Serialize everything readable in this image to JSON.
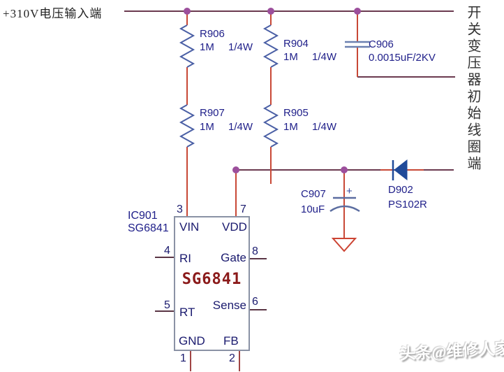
{
  "labels": {
    "input_terminal": "+310V电压输入端",
    "right_vertical": "开关变压器初始线圈端",
    "watermark": "头条@维修人家"
  },
  "ic": {
    "ref": "IC901",
    "part": "SG6841",
    "center_label": "SG6841",
    "pins": [
      {
        "num": "3",
        "name": "VIN",
        "side": "top"
      },
      {
        "num": "7",
        "name": "VDD",
        "side": "top"
      },
      {
        "num": "4",
        "name": "RI",
        "side": "left"
      },
      {
        "num": "8",
        "name": "Gate",
        "side": "right"
      },
      {
        "num": "5",
        "name": "RT",
        "side": "left"
      },
      {
        "num": "6",
        "name": "Sense",
        "side": "right"
      },
      {
        "num": "1",
        "name": "GND",
        "side": "bottom"
      },
      {
        "num": "2",
        "name": "FB",
        "side": "bottom"
      }
    ]
  },
  "components": {
    "r906": {
      "ref": "R906",
      "value": "1M",
      "power": "1/4W"
    },
    "r904": {
      "ref": "R904",
      "value": "1M",
      "power": "1/4W"
    },
    "r907": {
      "ref": "R907",
      "value": "1M",
      "power": "1/4W"
    },
    "r905": {
      "ref": "R905",
      "value": "1M",
      "power": "1/4W"
    },
    "c906": {
      "ref": "C906",
      "value": "0.0015uF/2KV"
    },
    "c907": {
      "ref": "C907",
      "value": "10uF",
      "polarity": "+"
    },
    "d902": {
      "ref": "D902",
      "part": "PS102R"
    }
  },
  "colors": {
    "wire_rail": "#6b3a50",
    "wire_lead": "#c84836",
    "junction_dot": "#9c4f9c",
    "resistor_body": "#4a5fa5",
    "capacitor_plate": "#6b80b0",
    "diode_fill": "#1f4a9a",
    "ground_symbol": "#cc4433",
    "ic_box_outline": "#8a92a5",
    "label_text": "#20208a",
    "ic_center_text": "#8b1a1a"
  }
}
